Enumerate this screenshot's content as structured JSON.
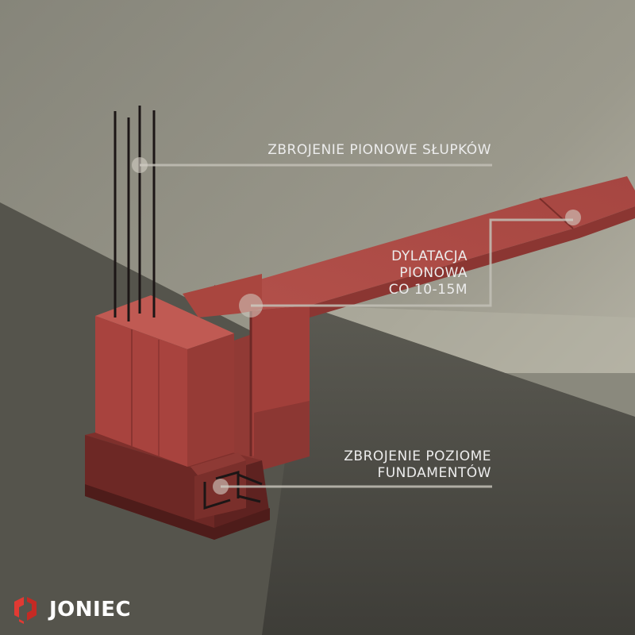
{
  "callouts": {
    "vertical_reinforcement": "ZBROJENIE PIONOWE SŁUPKÓW",
    "dilatation": [
      "DYLATACJA",
      "PIONOWA",
      "CO 10-15M"
    ],
    "horizontal_reinforcement": [
      "ZBROJENIE POZIOME",
      "FUNDAMENTÓW"
    ]
  },
  "brand": {
    "name": "JONIEC",
    "logo_icon": "joniec-brick-logo-icon"
  },
  "colors": {
    "background": "#8f8c80",
    "foundation": "#b5504b",
    "callout_line": "#c2bfb6",
    "label_text": "#ececec",
    "logo_red": "#e23a33"
  }
}
